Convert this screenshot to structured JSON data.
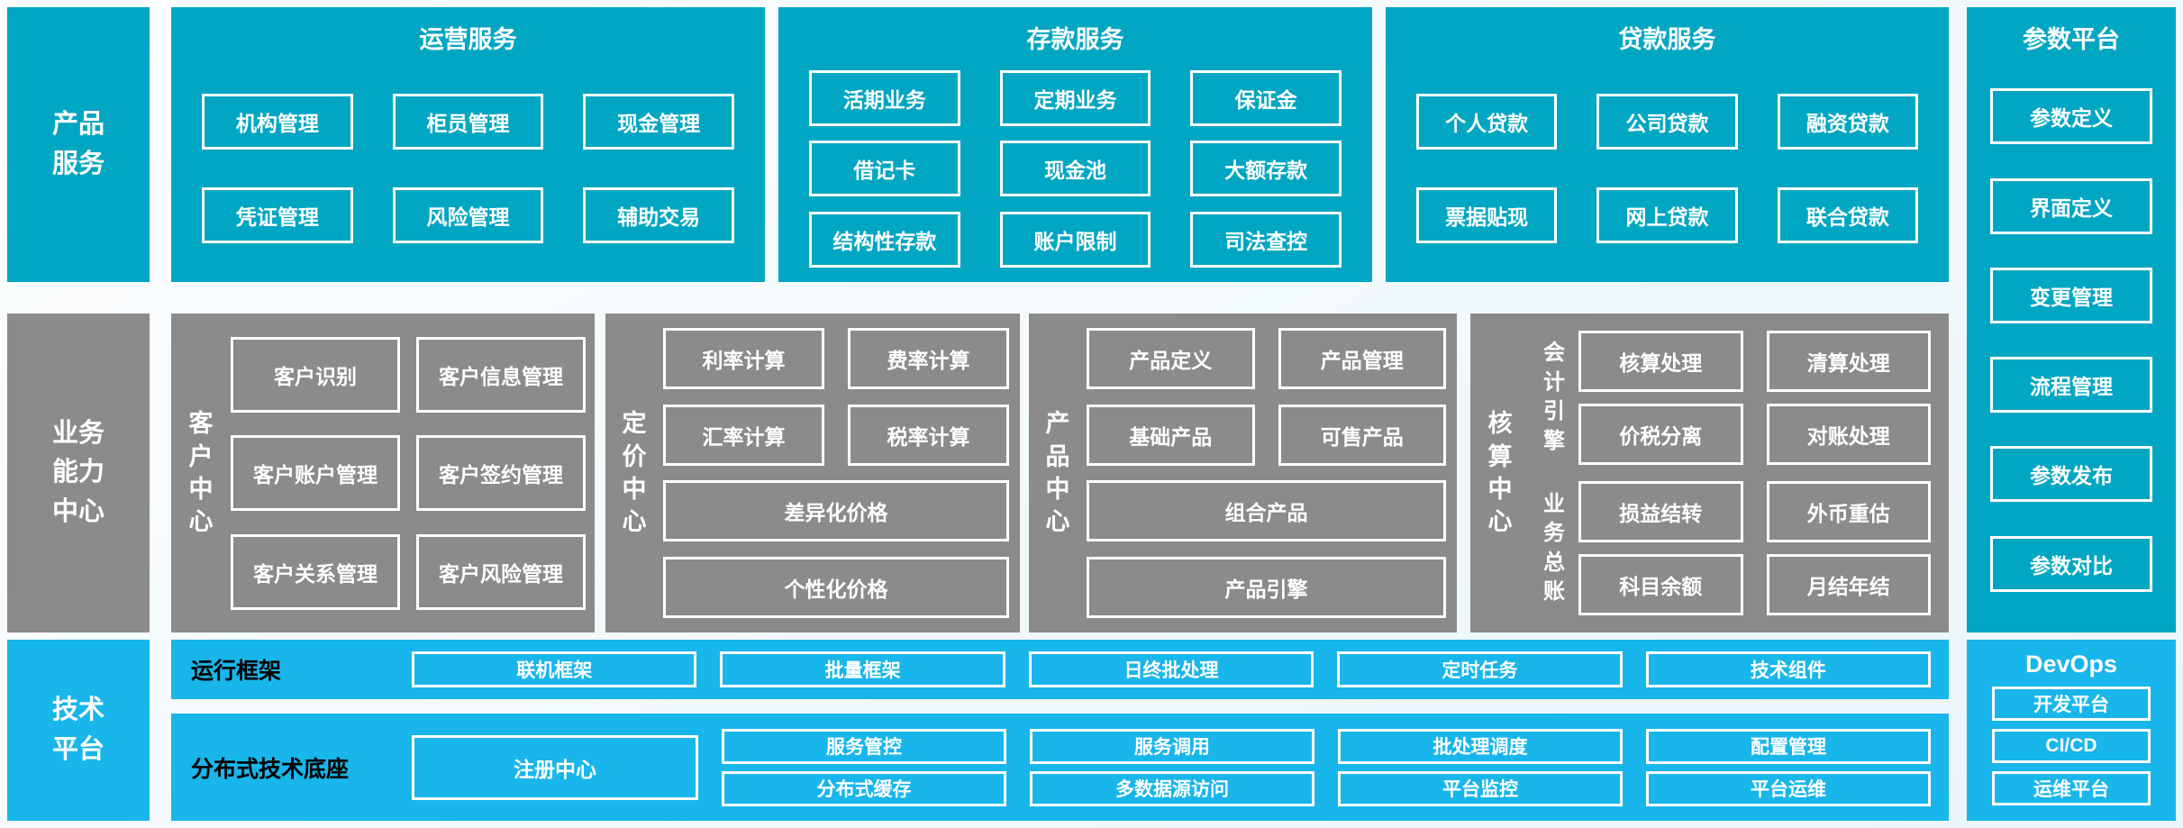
{
  "palette": {
    "teal": "#00a6c2",
    "gray": "#8b8b8b",
    "blue": "#18b6eb",
    "box_border": "#ffffff",
    "text": "#ffffff"
  },
  "product_band": {
    "label_lines": [
      "产品",
      "服务"
    ],
    "operation": {
      "title": "运营服务",
      "rows": [
        [
          "机构管理",
          "柜员管理",
          "现金管理"
        ],
        [
          "凭证管理",
          "风险管理",
          "辅助交易"
        ]
      ]
    },
    "deposit": {
      "title": "存款服务",
      "rows": [
        [
          "活期业务",
          "定期业务",
          "保证金"
        ],
        [
          "借记卡",
          "现金池",
          "大额存款"
        ],
        [
          "结构性存款",
          "账户限制",
          "司法查控"
        ]
      ]
    },
    "loan": {
      "title": "贷款服务",
      "rows": [
        [
          "个人贷款",
          "公司贷款",
          "融资贷款"
        ],
        [
          "票据贴现",
          "网上贷款",
          "联合贷款"
        ]
      ]
    }
  },
  "param_platform": {
    "title": "参数平台",
    "items": [
      "参数定义",
      "界面定义",
      "变更管理",
      "流程管理",
      "参数发布",
      "参数对比"
    ]
  },
  "business_band": {
    "label_lines": [
      "业务",
      "能力",
      "中心"
    ],
    "customer": {
      "label": "客户中心",
      "boxes": [
        [
          "客户识别",
          "客户信息管理"
        ],
        [
          "客户账户管理",
          "客户签约管理"
        ],
        [
          "客户关系管理",
          "客户风险管理"
        ]
      ]
    },
    "pricing": {
      "label": "定价中心",
      "row1": [
        "利率计算",
        "费率计算"
      ],
      "row2": [
        "汇率计算",
        "税率计算"
      ],
      "wide1": "差异化价格",
      "wide2": "个性化价格"
    },
    "product_center": {
      "label": "产品中心",
      "row1": [
        "产品定义",
        "产品管理"
      ],
      "row2": [
        "基础产品",
        "可售产品"
      ],
      "wide1": "组合产品",
      "wide2": "产品引擎"
    },
    "accounting": {
      "label": "核算中心",
      "group1_label": "会计引擎",
      "group1": [
        [
          "核算处理",
          "清算处理"
        ],
        [
          "价税分离",
          "对账处理"
        ]
      ],
      "group2_label": "业务总账",
      "group2": [
        [
          "损益结转",
          "外币重估"
        ],
        [
          "科目余额",
          "月结年结"
        ]
      ]
    }
  },
  "tech_band": {
    "label_lines": [
      "技术",
      "平台"
    ],
    "runtime": {
      "label": "运行框架",
      "items": [
        "联机框架",
        "批量框架",
        "日终批处理",
        "定时任务",
        "技术组件"
      ]
    },
    "distributed": {
      "label": "分布式技术底座",
      "registry": "注册中心",
      "grid": [
        [
          "服务管控",
          "分布式缓存"
        ],
        [
          "服务调用",
          "多数据源访问"
        ],
        [
          "批处理调度",
          "平台监控"
        ],
        [
          "配置管理",
          "平台运维"
        ]
      ]
    }
  },
  "devops": {
    "title": "DevOps",
    "items": [
      "开发平台",
      "CI/CD",
      "运维平台"
    ]
  }
}
